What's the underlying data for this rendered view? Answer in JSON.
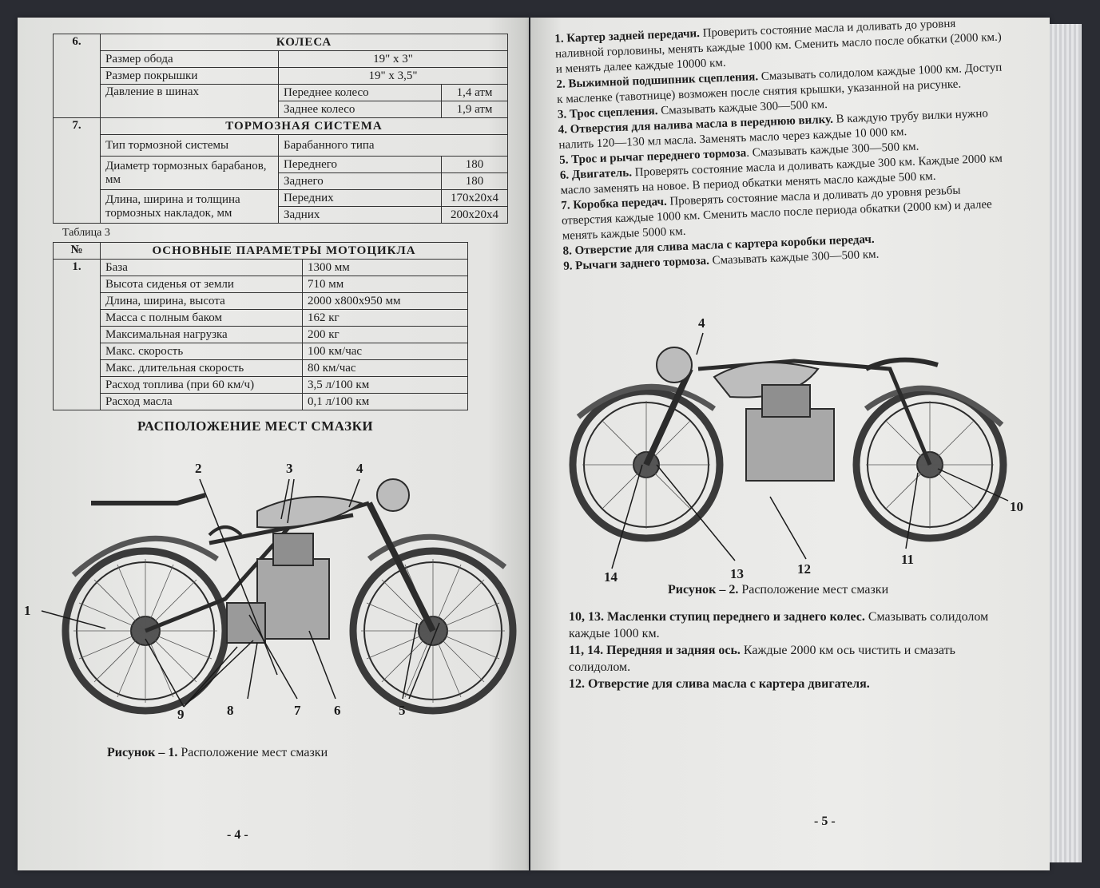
{
  "table1": {
    "sections": [
      {
        "num": "6.",
        "title": "КОЛЕСА",
        "rows": [
          {
            "label": "Размер обода",
            "value": "19\" x 3\""
          },
          {
            "label": "Размер покрышки",
            "value": "19\" x 3,5\""
          },
          {
            "label": "Давление в шинах",
            "sub": [
              {
                "label": "Переднее колесо",
                "value": "1,4 атм"
              },
              {
                "label": "Заднее колесо",
                "value": "1,9 атм"
              }
            ]
          }
        ]
      },
      {
        "num": "7.",
        "title": "ТОРМОЗНАЯ СИСТЕМА",
        "rows": [
          {
            "label": "Тип тормозной системы",
            "value": "Барабанного типа"
          },
          {
            "label": "Диаметр тормозных барабанов, мм",
            "sub": [
              {
                "label": "Переднего",
                "value": "180"
              },
              {
                "label": "Заднего",
                "value": "180"
              }
            ]
          },
          {
            "label": "Длина, ширина и толщина тормозных накладок, мм",
            "sub": [
              {
                "label": "Передних",
                "value": "170x20x4"
              },
              {
                "label": "Задних",
                "value": "200x20x4"
              }
            ]
          }
        ]
      }
    ]
  },
  "table2": {
    "caption": "Таблица 3",
    "num_header": "№",
    "title": "ОСНОВНЫЕ ПАРАМЕТРЫ МОТОЦИКЛА",
    "num": "1.",
    "rows": [
      {
        "label": "База",
        "value": "1300 мм"
      },
      {
        "label": "Высота сиденья от земли",
        "value": "710 мм"
      },
      {
        "label": "Длина, ширина, высота",
        "value": "2000 x800x950 мм"
      },
      {
        "label": "Масса с полным баком",
        "value": "162 кг"
      },
      {
        "label": "Максимальная нагрузка",
        "value": "200 кг"
      },
      {
        "label": "Макс. скорость",
        "value": "100 км/час"
      },
      {
        "label": "Макс. длительная скорость",
        "value": "80 км/час"
      },
      {
        "label": "Расход топлива (при 60 км/ч)",
        "value": "3,5 л/100 км"
      },
      {
        "label": "Расход масла",
        "value": "0,1 л/100 км"
      }
    ]
  },
  "left": {
    "section_title": "РАСПОЛОЖЕНИЕ МЕСТ СМАЗКИ",
    "figure1_labels": [
      "1",
      "2",
      "3",
      "4",
      "5",
      "6",
      "7",
      "8",
      "9"
    ],
    "figure1_caption_bold": "Рисунок – 1.",
    "figure1_caption_text": " Расположение мест смазки",
    "page_number": "- 4 -"
  },
  "right": {
    "items_top": [
      {
        "b": "1. Картер задней передачи.",
        "t": " Проверить состояние масла и доливать до уровня наливной горловины, менять каждые 1000 км. Сменить масло после обкатки (2000 км.) и менять далее каждые 10000 км."
      },
      {
        "b": "2. Выжимной подшипник сцепления.",
        "t": " Смазывать солидолом каждые 1000 км. Доступ к масленке (тавотнице) возможен после снятия крышки, указанной на рисунке."
      },
      {
        "b": "3. Трос сцепления.",
        "t": " Смазывать каждые 300—500 км."
      },
      {
        "b": "4. Отверстия для налива масла в переднюю вилку.",
        "t": " В каждую трубу вилки нужно налить 120—130 мл масла. Заменять масло через каждые 10 000 км."
      },
      {
        "b": "5. Трос и рычаг переднего тормоза",
        "t": ". Смазывать каждые 300—500 км."
      },
      {
        "b": "6. Двигатель.",
        "t": " Проверять состояние масла и доливать каждые 300 км. Каждые 2000 км масло заменять на новое. В период обкатки менять масло каждые 500 км."
      },
      {
        "b": "7. Коробка передач.",
        "t": " Проверять состояние масла и доливать до уровня резьбы отверстия каждые 1000 км. Сменить масло после периода обкатки (2000 км) и далее менять каждые 5000 км."
      },
      {
        "b": "8. Отверстие для слива масла с картера коробки передач.",
        "t": ""
      },
      {
        "b": "9. Рычаги заднего тормоза.",
        "t": " Смазывать каждые 300—500 км."
      }
    ],
    "figure2_labels": [
      "4",
      "10",
      "11",
      "12",
      "13",
      "14"
    ],
    "figure2_caption_bold": "Рисунок – 2.",
    "figure2_caption_text": " Расположение мест смазки",
    "items_bottom": [
      {
        "b": "10, 13. Масленки ступиц переднего и заднего колес.",
        "t": " Смазывать солидолом каждые 1000 км."
      },
      {
        "b": "11, 14. Передняя и задняя ось.",
        "t": " Каждые 2000 км ось чистить и смазать солидолом."
      },
      {
        "b": "12. Отверстие для слива масла с картера двигателя.",
        "t": ""
      }
    ],
    "page_number": "- 5 -"
  }
}
